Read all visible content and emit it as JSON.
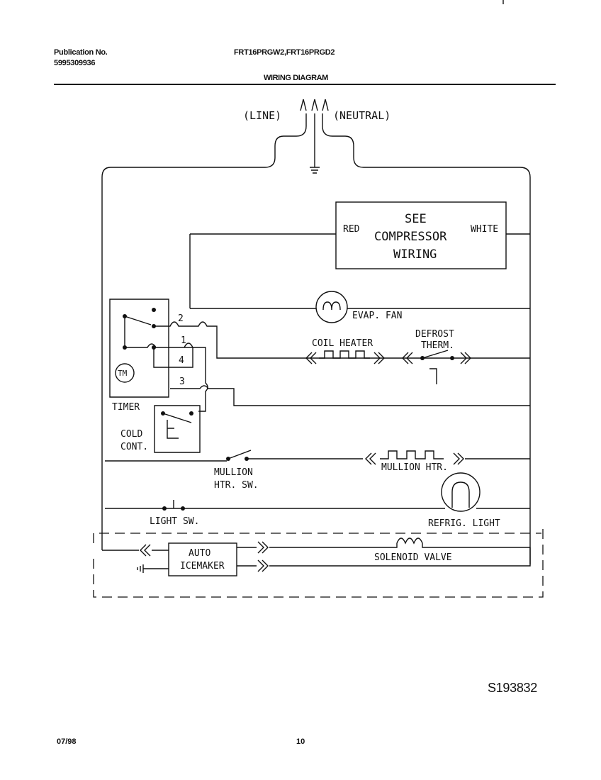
{
  "header": {
    "publication_label": "Publication No.",
    "publication_number": "5995309936",
    "model_numbers": "FRT16PRGW2,FRT16PRGD2",
    "section_title": "WIRING DIAGRAM"
  },
  "diagram": {
    "line_label": "(LINE)",
    "neutral_label": "(NEUTRAL)",
    "compressor_box": {
      "line1": "SEE",
      "line2": "COMPRESSOR",
      "line3": "WIRING",
      "red_label": "RED",
      "white_label": "WHITE"
    },
    "evap_fan_label": "EVAP. FAN",
    "timer_terminals": [
      "2",
      "1",
      "4",
      "3"
    ],
    "timer_motor_label": "TM",
    "timer_label": "TIMER",
    "cold_control_label_1": "COLD",
    "cold_control_label_2": "CONT.",
    "coil_heater_label": "COIL HEATER",
    "defrost_therm_label_1": "DEFROST",
    "defrost_therm_label_2": "THERM.",
    "mullion_heater_label": "MULLION HTR.",
    "mullion_switch_label_1": "MULLION",
    "mullion_switch_label_2": "HTR. SW.",
    "light_switch_label": "LIGHT SW.",
    "refrig_light_label": "REFRIG. LIGHT",
    "icemaker_label_1": "AUTO",
    "icemaker_label_2": "ICEMAKER",
    "solenoid_valve_label": "SOLENOID VALVE"
  },
  "part_number": "S193832",
  "footer": {
    "date": "07/98",
    "page_number": "10"
  }
}
